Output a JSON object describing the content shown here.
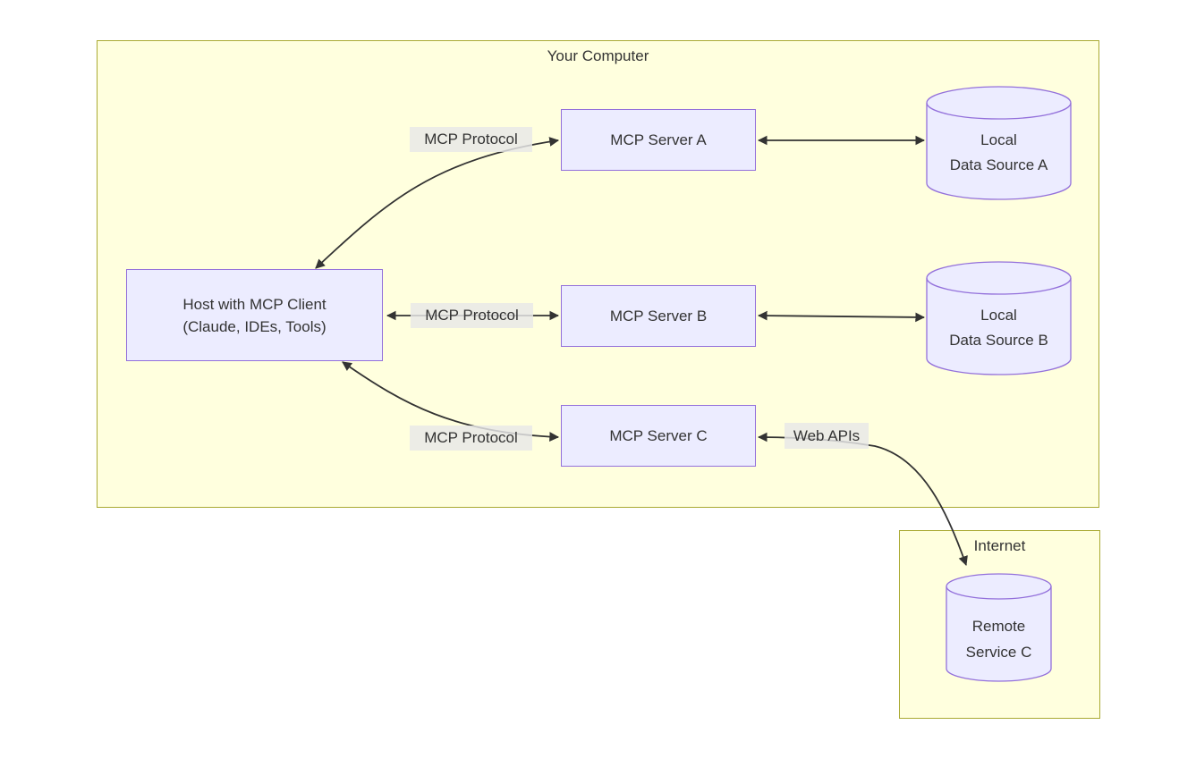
{
  "clusters": {
    "your_computer": {
      "title": "Your Computer"
    },
    "internet": {
      "title": "Internet"
    }
  },
  "nodes": {
    "host": {
      "line1": "Host with MCP Client",
      "line2": "(Claude, IDEs, Tools)"
    },
    "server_a": {
      "label": "MCP Server A"
    },
    "server_b": {
      "label": "MCP Server B"
    },
    "server_c": {
      "label": "MCP Server C"
    },
    "data_source_a": {
      "line1": "Local",
      "line2": "Data Source A"
    },
    "data_source_b": {
      "line1": "Local",
      "line2": "Data Source B"
    },
    "remote_service_c": {
      "line1": "Remote",
      "line2": "Service C"
    }
  },
  "edges": {
    "host_server_a": {
      "label": "MCP Protocol"
    },
    "host_server_b": {
      "label": "MCP Protocol"
    },
    "host_server_c": {
      "label": "MCP Protocol"
    },
    "server_c_remote": {
      "label": "Web APIs"
    }
  },
  "colors": {
    "cluster_fill": "#ffffde",
    "cluster_border": "#aaaa33",
    "node_fill": "#ECECFF",
    "node_border": "#9370DB",
    "edge_color": "#333333",
    "edge_label_bg": "#e8e8e8",
    "text_color": "#333333"
  }
}
